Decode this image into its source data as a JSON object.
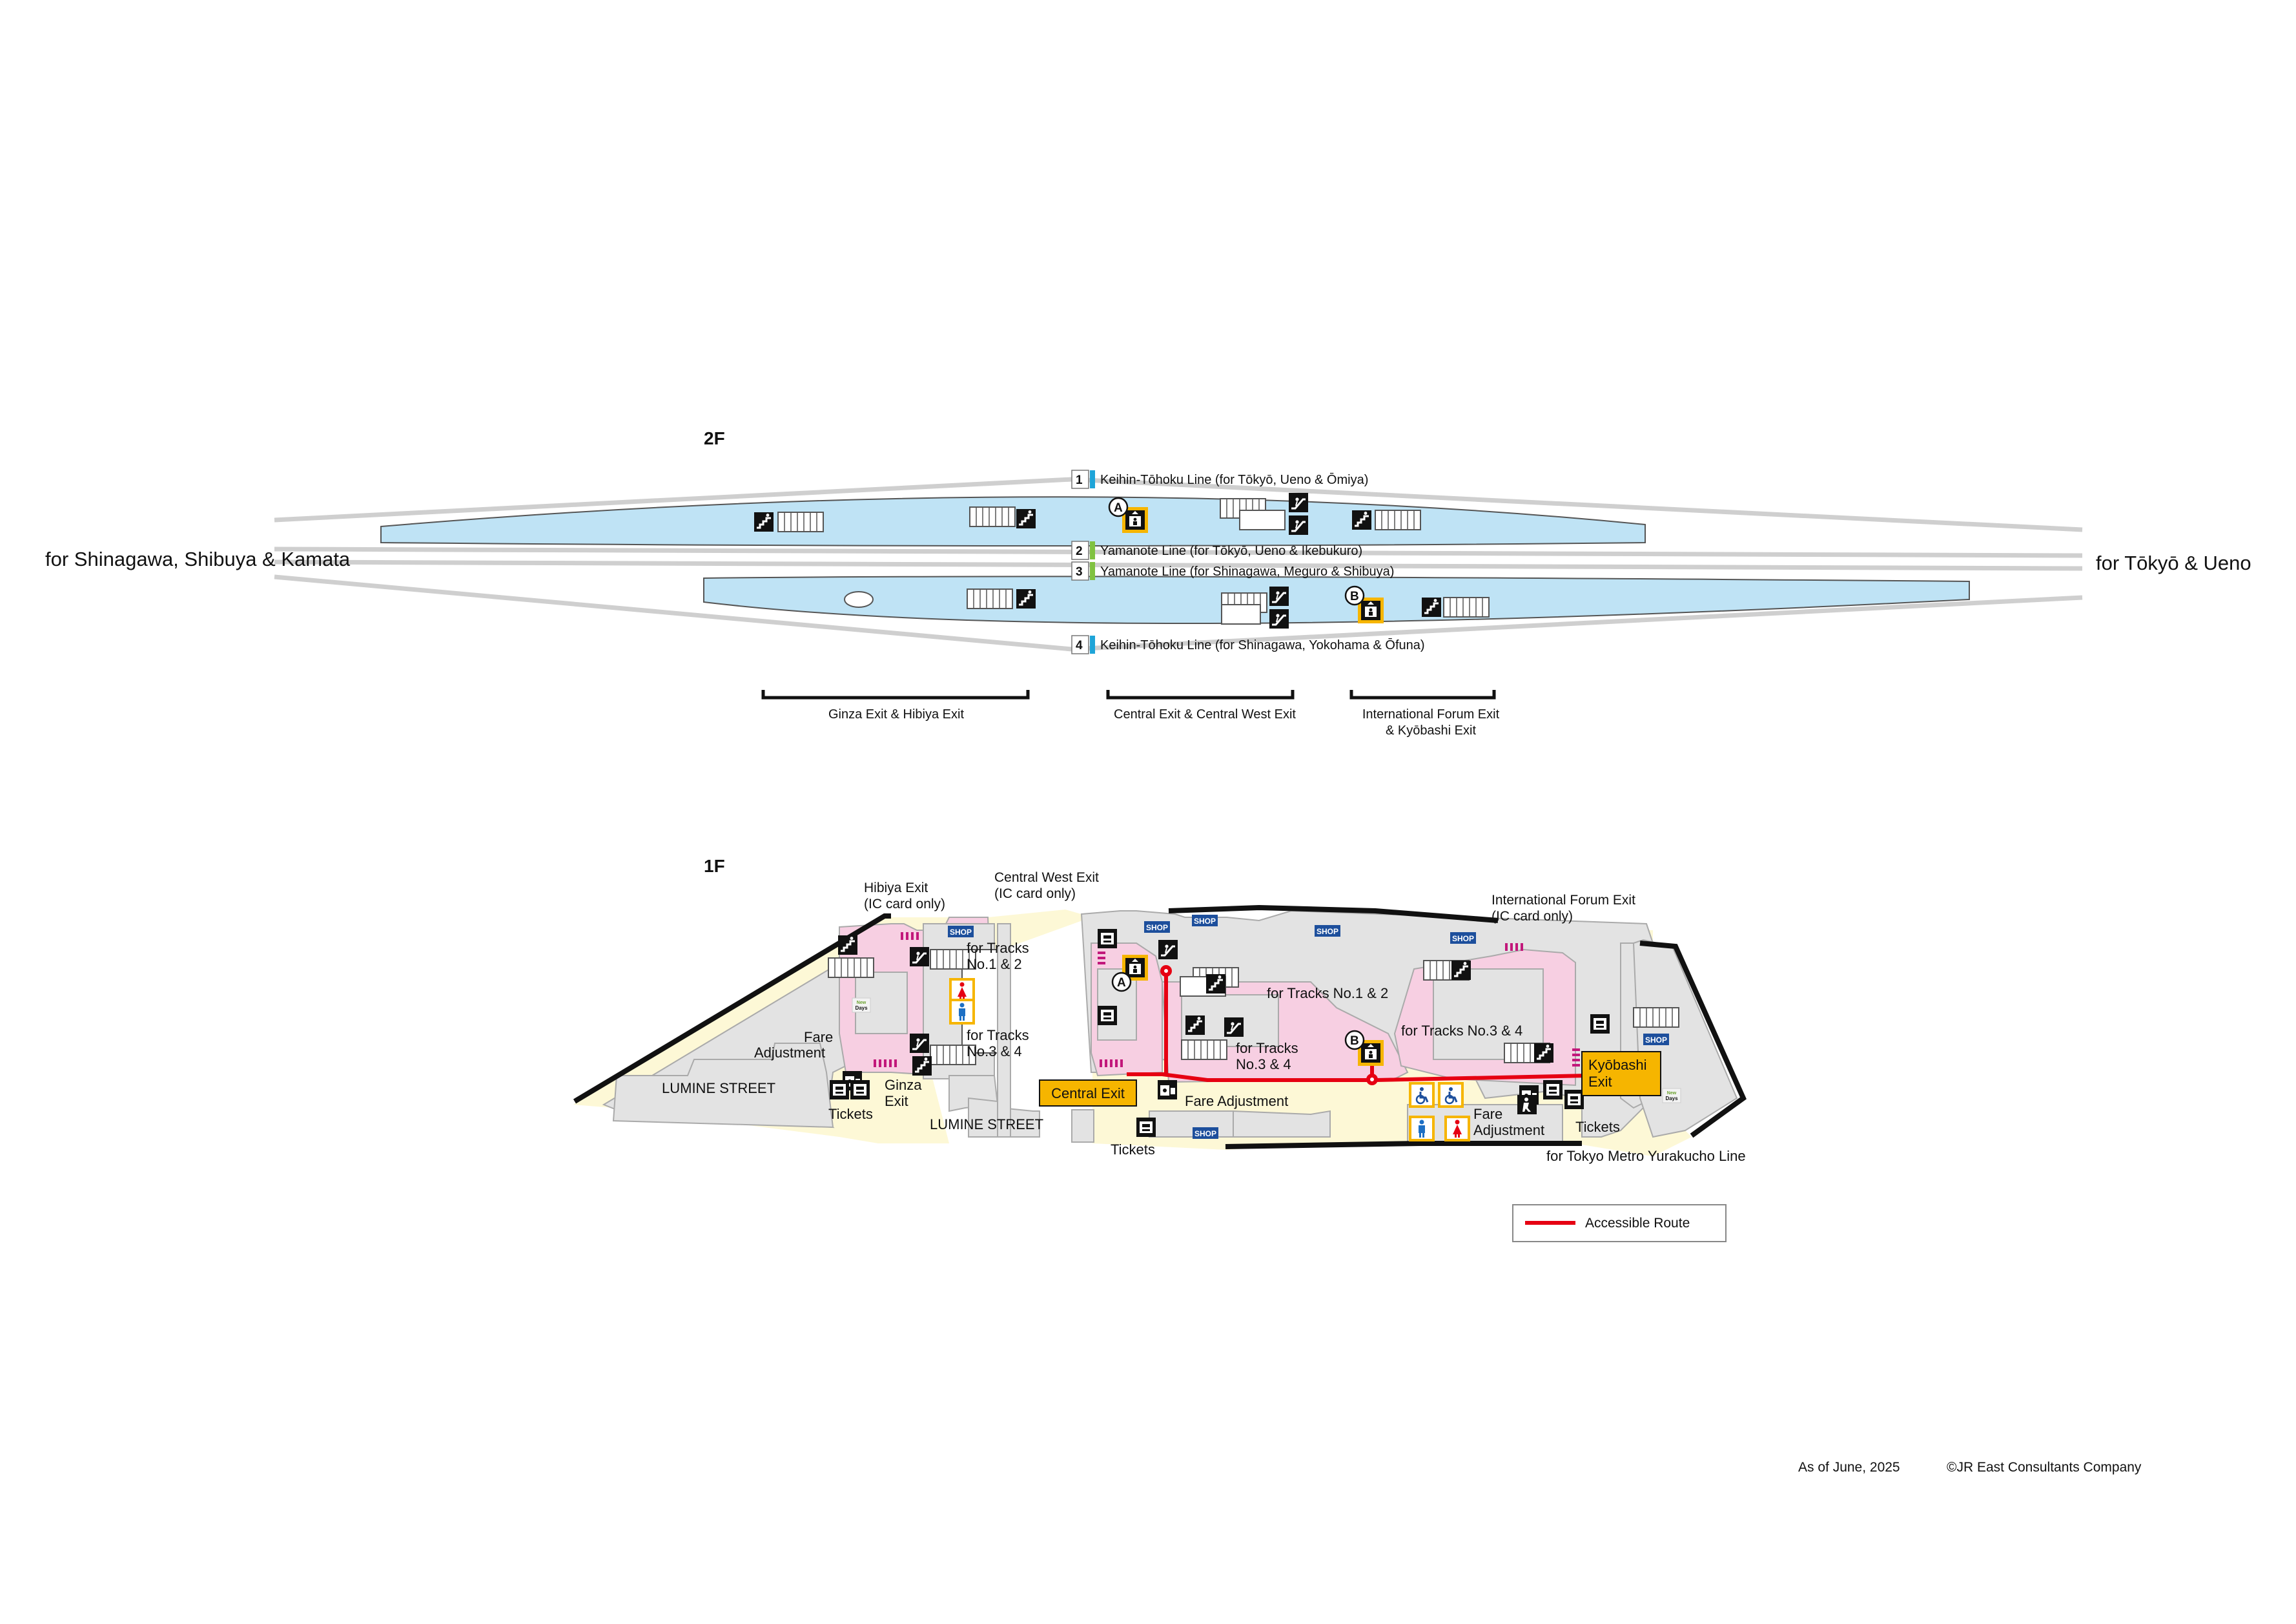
{
  "floors": {
    "upper": "2F",
    "ground": "1F"
  },
  "directions": {
    "west": "for Shinagawa, Shibuya & Kamata",
    "east": "for Tōkyō & Ueno"
  },
  "tracks": [
    {
      "number": "1",
      "label": "Keihin-Tōhoku Line (for Tōkyō, Ueno & Ōmiya)",
      "color": "#1ea4d8"
    },
    {
      "number": "2",
      "label": "Yamanote Line (for Tōkyō, Ueno & Ikebukuro)",
      "color": "#80c241"
    },
    {
      "number": "3",
      "label": "Yamanote Line (for Shinagawa, Meguro & Shibuya)",
      "color": "#80c241"
    },
    {
      "number": "4",
      "label": "Keihin-Tōhoku Line (for Shinagawa, Yokohama & Ōfuna)",
      "color": "#1ea4d8"
    }
  ],
  "platform_sections": {
    "ginza": "Ginza Exit & Hibiya Exit",
    "central": "Central Exit & Central West Exit",
    "forum_line1": "International Forum Exit",
    "forum_line2": "& Kyōbashi Exit"
  },
  "elevators": {
    "a": "A",
    "b": "B"
  },
  "ground": {
    "hibiya_exit": "Hibiya Exit",
    "hibiya_note": "(IC card only)",
    "central_west_exit": "Central West Exit",
    "central_west_note": "(IC card only)",
    "forum_exit": "International Forum Exit",
    "forum_note": "(IC card only)",
    "tracks12_left_a": "for Tracks",
    "tracks12_left_b": "No.1 & 2",
    "tracks34_left_a": "for Tracks",
    "tracks34_left_b": "No.3 & 4",
    "tracks12_center": "for Tracks No.1 & 2",
    "tracks34_center_a": "for Tracks",
    "tracks34_center_b": "No.3 & 4",
    "tracks34_right": "for Tracks No.3 & 4",
    "fare_adj_left_a": "Fare",
    "fare_adj_left_b": "Adjustment",
    "ginza_exit_a": "Ginza",
    "ginza_exit_b": "Exit",
    "tickets_left": "Tickets",
    "lumine_left": "LUMINE STREET",
    "lumine_center": "LUMINE STREET",
    "central_exit": "Central Exit",
    "fare_adj_center": "Fare Adjustment",
    "tickets_center": "Tickets",
    "fare_adj_right_a": "Fare",
    "fare_adj_right_b": "Adjustment",
    "tickets_right": "Tickets",
    "kyobashi_exit_a": "Kyōbashi",
    "kyobashi_exit_b": "Exit",
    "metro": "for Tokyo Metro Yurakucho Line",
    "shop": "SHOP",
    "newdays_a": "New",
    "newdays_b": "Days"
  },
  "legend": {
    "accessible_route": "Accessible Route"
  },
  "footer": {
    "date": "As of June, 2025",
    "copyright": "©JR East Consultants Company"
  },
  "colors": {
    "platform": "#bfe3f5",
    "concourse": "#e3e3e3",
    "paid_area": "#f7cfe2",
    "free_area": "#fdf8d6",
    "exit_badge": "#f6b500",
    "accessible_route": "#e60012",
    "shop_badge": "#1d4f9c"
  }
}
